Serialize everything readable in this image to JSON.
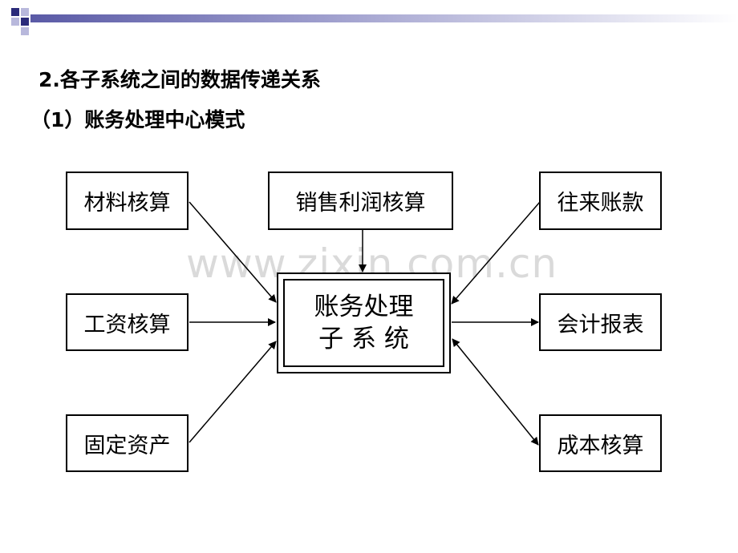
{
  "title": "2.各子系统之间的数据传递关系",
  "subtitle": "（1）账务处理中心模式",
  "center": {
    "line1": "账务处理",
    "line2": "子 系 统"
  },
  "nodes": {
    "materials": "材料核算",
    "sales_profit": "销售利润核算",
    "receivables": "往来账款",
    "payroll": "工资核算",
    "reports": "会计报表",
    "fixed_assets": "固定资产",
    "cost": "成本核算"
  },
  "watermark": "www.zixin.com.cn",
  "colors": {
    "deco_dark": "#2b2b7a",
    "deco_mid": "#5a5aa6",
    "deco_light": "#b8b8dc"
  }
}
